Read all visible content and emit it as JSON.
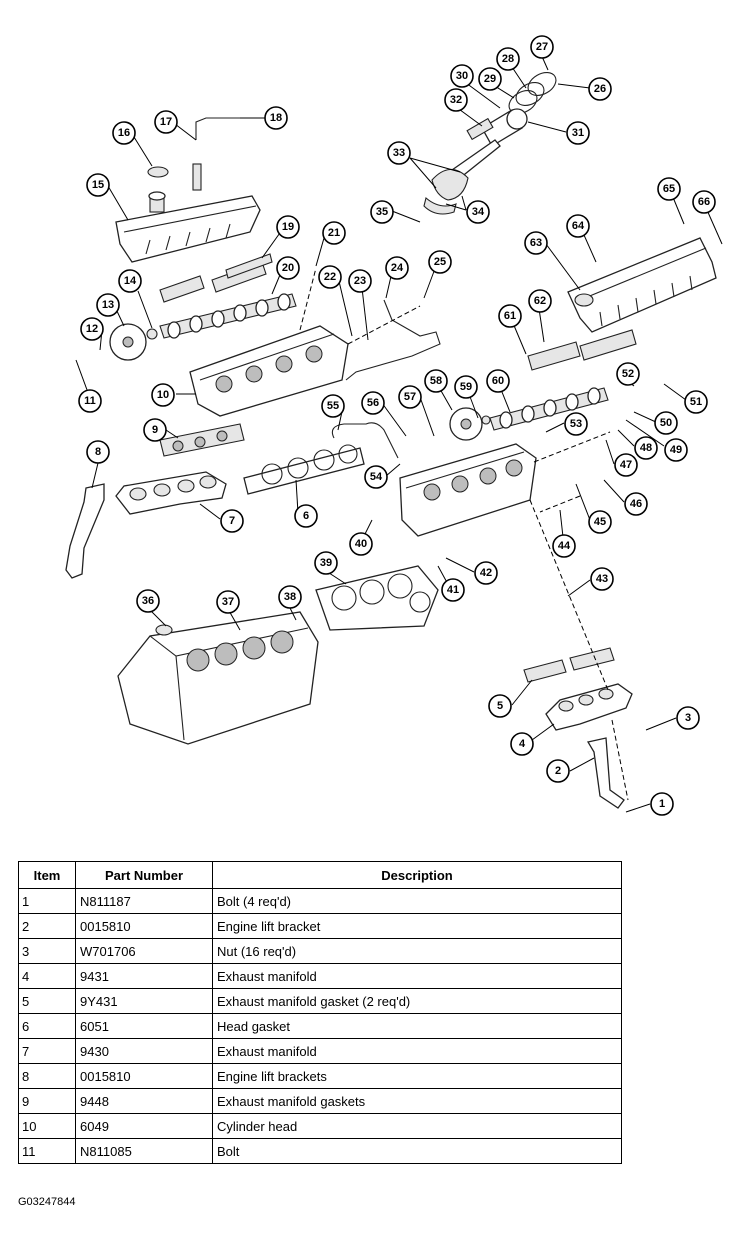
{
  "diagram": {
    "callouts": [
      "1",
      "2",
      "3",
      "4",
      "5",
      "6",
      "7",
      "8",
      "9",
      "10",
      "11",
      "12",
      "13",
      "14",
      "15",
      "16",
      "17",
      "18",
      "19",
      "20",
      "21",
      "22",
      "23",
      "24",
      "25",
      "26",
      "27",
      "28",
      "29",
      "30",
      "31",
      "32",
      "33",
      "34",
      "35",
      "36",
      "37",
      "38",
      "39",
      "40",
      "41",
      "42",
      "43",
      "44",
      "45",
      "46",
      "47",
      "48",
      "49",
      "50",
      "51",
      "52",
      "53",
      "54",
      "55",
      "56",
      "57",
      "58",
      "59",
      "60",
      "61",
      "62",
      "63",
      "64",
      "65",
      "66"
    ]
  },
  "table": {
    "headers": {
      "item": "Item",
      "part_number": "Part Number",
      "description": "Description"
    },
    "rows": [
      {
        "item": "1",
        "part_number": "N811187",
        "description": "Bolt (4 req'd)"
      },
      {
        "item": "2",
        "part_number": "0015810",
        "description": "Engine lift bracket"
      },
      {
        "item": "3",
        "part_number": "W701706",
        "description": "Nut (16 req'd)"
      },
      {
        "item": "4",
        "part_number": "9431",
        "description": "Exhaust manifold"
      },
      {
        "item": "5",
        "part_number": "9Y431",
        "description": "Exhaust manifold gasket (2 req'd)"
      },
      {
        "item": "6",
        "part_number": "6051",
        "description": "Head gasket"
      },
      {
        "item": "7",
        "part_number": "9430",
        "description": "Exhaust manifold"
      },
      {
        "item": "8",
        "part_number": "0015810",
        "description": "Engine lift brackets"
      },
      {
        "item": "9",
        "part_number": "9448",
        "description": "Exhaust manifold gaskets"
      },
      {
        "item": "10",
        "part_number": "6049",
        "description": "Cylinder head"
      },
      {
        "item": "11",
        "part_number": "N811085",
        "description": "Bolt"
      }
    ]
  },
  "figure_id": "G03247844"
}
